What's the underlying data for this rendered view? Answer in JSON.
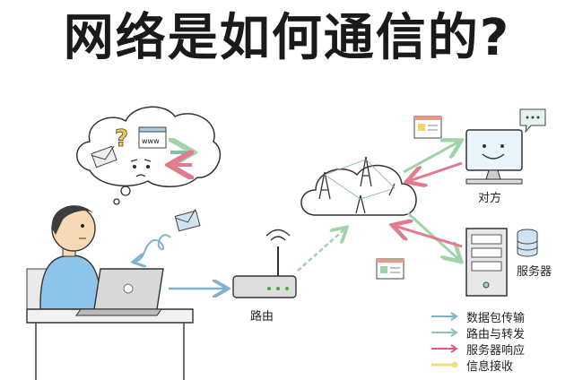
{
  "title": "网络是如何通信的?",
  "labels": {
    "router": "路由",
    "peer": "对方",
    "server": "服务器",
    "www": "www"
  },
  "legend": [
    {
      "label": "数据包传输",
      "color": "#7fb3cf"
    },
    {
      "label": "路由与转发",
      "color": "#8cc4b8"
    },
    {
      "label": "服务器响应",
      "color": "#d9607a"
    },
    {
      "label": "信息接收",
      "color": "#f1e07a"
    }
  ],
  "colors": {
    "data": "#7fb3cf",
    "route": "#9fd4a8",
    "response": "#e27a90",
    "receive": "#f1e07a"
  }
}
